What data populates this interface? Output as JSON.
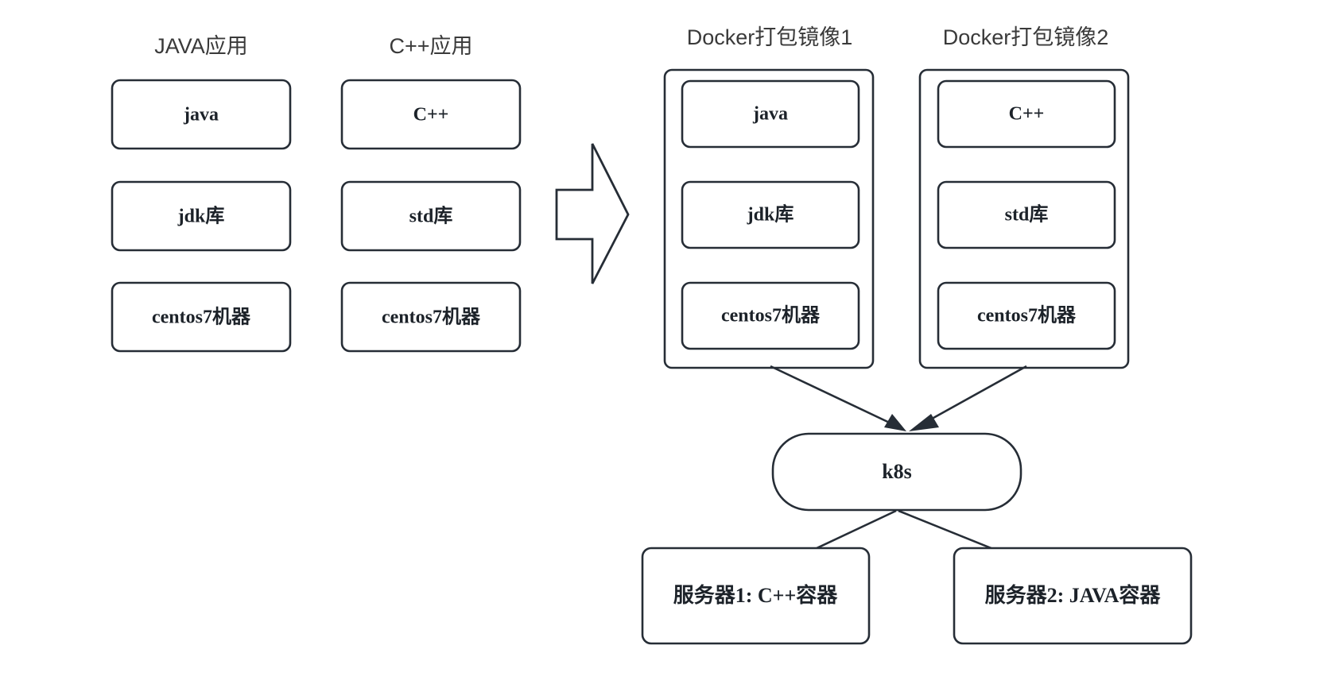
{
  "diagram": {
    "title_text_color": "#3a3a3a",
    "stroke_color": "#262d36",
    "background": "#ffffff",
    "groups": [
      {
        "id": "java-app",
        "title": "JAVA应用",
        "boxes": [
          "java",
          "jdk库",
          "centos7机器"
        ]
      },
      {
        "id": "cpp-app",
        "title": "C++应用",
        "boxes": [
          "C++",
          "std库",
          "centos7机器"
        ]
      },
      {
        "id": "docker-image-1",
        "title": "Docker打包镜像1",
        "boxes": [
          "java",
          "jdk库",
          "centos7机器"
        ]
      },
      {
        "id": "docker-image-2",
        "title": "Docker打包镜像2",
        "boxes": [
          "C++",
          "std库",
          "centos7机器"
        ]
      }
    ],
    "orchestrator": {
      "label": "k8s"
    },
    "servers": [
      {
        "id": "server-1",
        "label": "服务器1: C++容器"
      },
      {
        "id": "server-2",
        "label": "服务器2: JAVA容器"
      }
    ],
    "transform_arrow": {
      "name": "rightward-block-arrow",
      "direction": "right"
    }
  }
}
